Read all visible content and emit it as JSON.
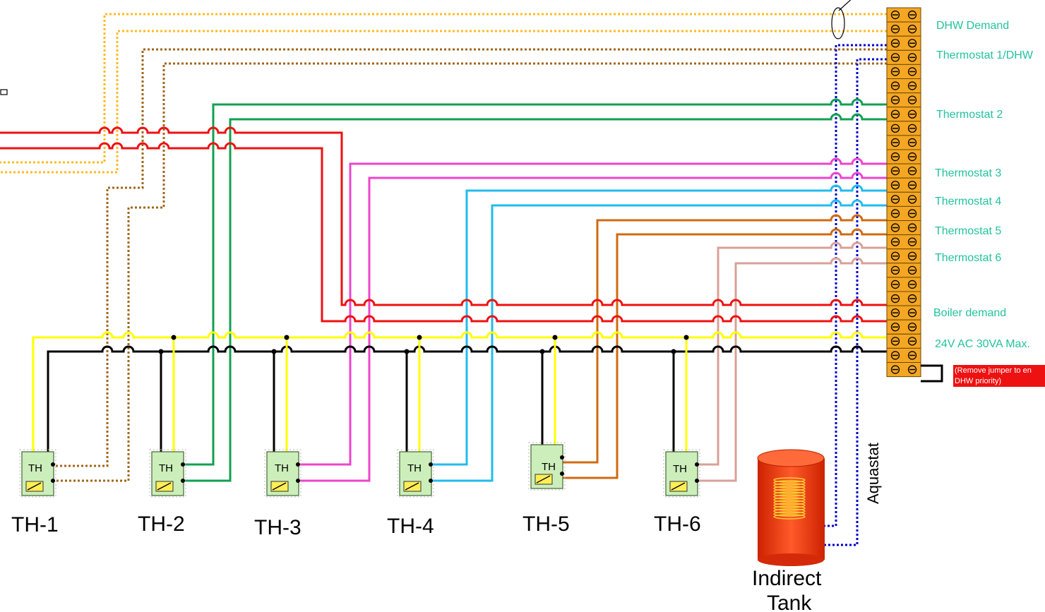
{
  "terminal_labels": {
    "dhw_demand": "DHW Demand",
    "thermostat_1_dhw": "Thermostat 1/DHW",
    "thermostat_2": "Thermostat 2",
    "thermostat_3": "Thermostat 3",
    "thermostat_4": "Thermostat 4",
    "thermostat_5": "Thermostat 5",
    "thermostat_6": "Thermostat 6",
    "boiler_demand": "Boiler demand",
    "power": "24V AC 30VA Max."
  },
  "jumper_note": {
    "line1": "(Remove jumper to en",
    "line2": "DHW priority)"
  },
  "thermostats": [
    {
      "label": "TH-1",
      "box_text": "TH"
    },
    {
      "label": "TH-2",
      "box_text": "TH"
    },
    {
      "label": "TH-3",
      "box_text": "TH"
    },
    {
      "label": "TH-4",
      "box_text": "TH"
    },
    {
      "label": "TH-5",
      "box_text": "TH"
    },
    {
      "label": "TH-6",
      "box_text": "TH"
    }
  ],
  "tank": {
    "line1": "Indirect",
    "line2": "Tank"
  },
  "aquastat": "Aquastat",
  "colors": {
    "power_24v": "#ffff00",
    "common": "#000000",
    "boiler_demand": "#ee1111",
    "dhw_demand": "#ffbb22",
    "thermostat_1_dhw": "#a0661a",
    "thermostat_2": "#11a050",
    "thermostat_3": "#ee44cc",
    "thermostat_4": "#22bbee",
    "thermostat_5": "#d06a10",
    "thermostat_6": "#d9a098",
    "aquastat": "#0000cc",
    "terminal_block": "#f5a623",
    "thermostat_body": "#cceebb",
    "jumper_note_bg": "#ee1111"
  }
}
